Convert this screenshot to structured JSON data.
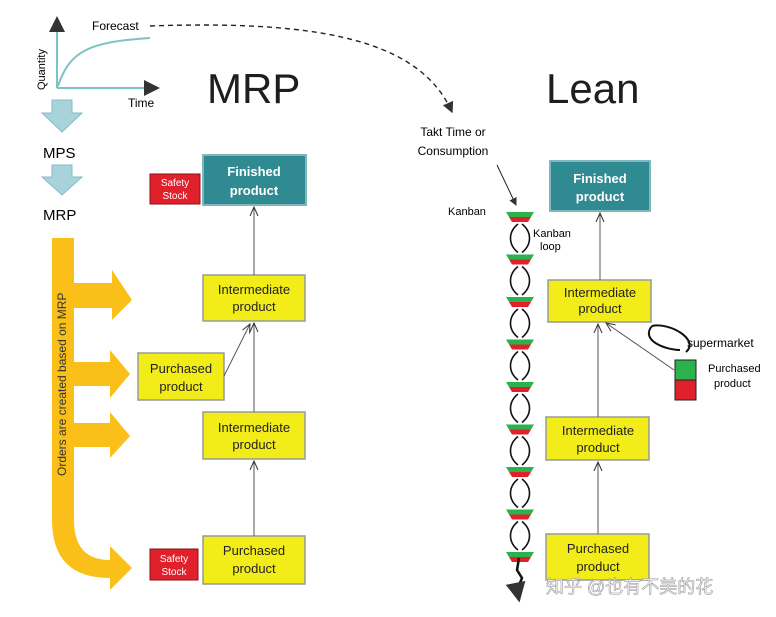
{
  "left": {
    "title": "MRP",
    "forecast_chart": {
      "curve_label": "Forecast",
      "y_axis_label": "Quantity",
      "x_axis_label": "Time"
    },
    "steps": [
      "MPS",
      "MRP"
    ],
    "orders_bar_label": "Orders are created based on MRP",
    "finished_product": [
      "Finished",
      "product"
    ],
    "safety_stock_top": [
      "Safety",
      "Stock"
    ],
    "intermediate_top": [
      "Intermediate",
      "product"
    ],
    "purchased_middle": [
      "Purchased",
      "product"
    ],
    "intermediate_bottom": [
      "Intermediate",
      "product"
    ],
    "purchased_bottom": [
      "Purchased",
      "product"
    ],
    "safety_stock_bottom": [
      "Safety",
      "Stock"
    ]
  },
  "right": {
    "title": "Lean",
    "takt_label": [
      "Takt Time or",
      "Consumption"
    ],
    "kanban_label": "Kanban",
    "kanban_loop_label": [
      "Kanban",
      "loop"
    ],
    "finished_product": [
      "Finished",
      "product"
    ],
    "intermediate_top": [
      "Intermediate",
      "product"
    ],
    "supermarket_label": "supermarket",
    "supermarket_purchased": [
      "Purchased",
      "product"
    ],
    "intermediate_bottom": [
      "Intermediate",
      "product"
    ],
    "purchased_bottom": [
      "Purchased",
      "product"
    ]
  },
  "watermark": "知乎 @也有不美的花",
  "colors": {
    "box_yellow": "#f2ec19",
    "box_teal": "#2f8a92",
    "safety_red": "#e0212c",
    "arrow_orange": "#fbbf1a",
    "process_arrow": "#a9d3da",
    "kanban_green": "#2bb24c",
    "kanban_red": "#e0212c"
  }
}
